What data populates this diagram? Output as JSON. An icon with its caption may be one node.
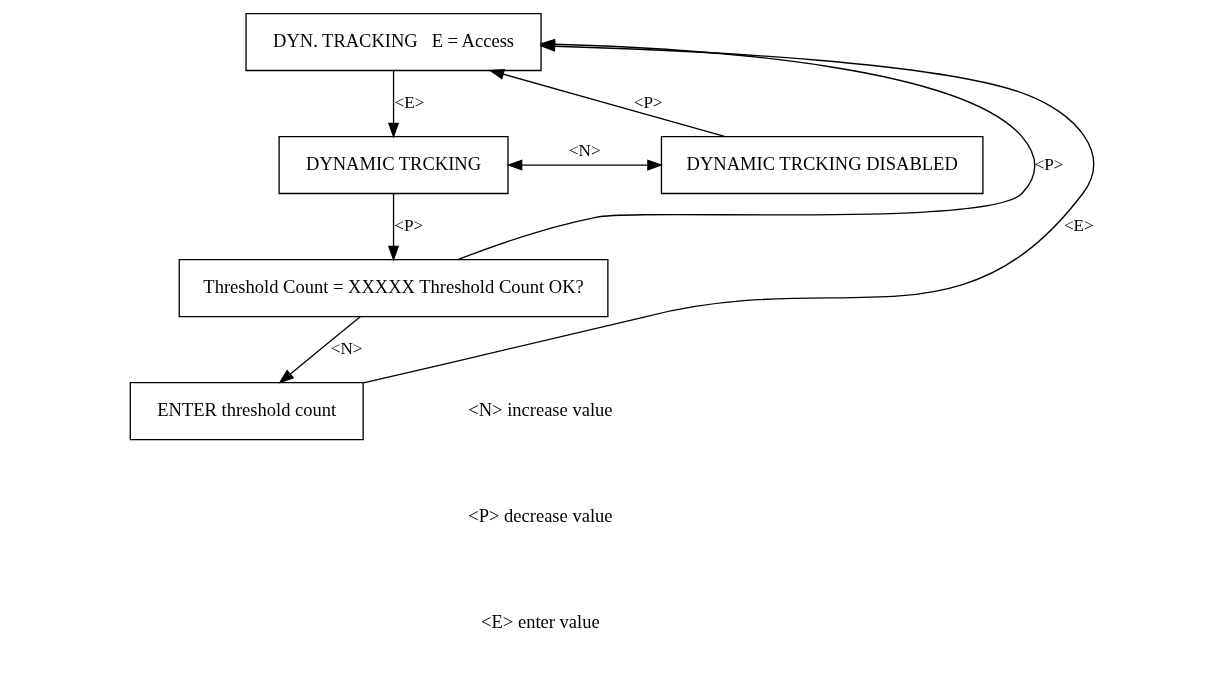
{
  "diagram": {
    "nodes": [
      {
        "text": [
          "DYN. TRACKING   E = Access"
        ]
      },
      {
        "text": [
          "DYNAMIC TRCKING"
        ]
      },
      {
        "text": [
          "DYNAMIC TRCKING DISABLED"
        ]
      },
      {
        "text": [
          "Threshold Count = XXXXX Threshold Count OK?"
        ]
      },
      {
        "text": [
          "ENTER threshold count"
        ]
      }
    ],
    "edges": [
      {
        "from": 0,
        "to": 1,
        "arrow": "to",
        "label": "<E>"
      },
      {
        "from": 1,
        "to": 2,
        "arrow": "both",
        "label": "<N>"
      },
      {
        "from": 2,
        "to": 0,
        "arrow": "to",
        "label": "<P>"
      },
      {
        "from": 1,
        "to": 3,
        "arrow": "to",
        "label": "<P>"
      },
      {
        "from": 3,
        "to": 0,
        "arrow": "to",
        "label": "<P>"
      },
      {
        "from": 3,
        "to": 4,
        "arrow": "to",
        "label": "<N>"
      },
      {
        "from": 4,
        "to": 0,
        "arrow": "to",
        "label": "<E>"
      }
    ],
    "labels": [
      "<N> increase value",
      "<P> decrease value",
      "<E> enter value"
    ]
  }
}
